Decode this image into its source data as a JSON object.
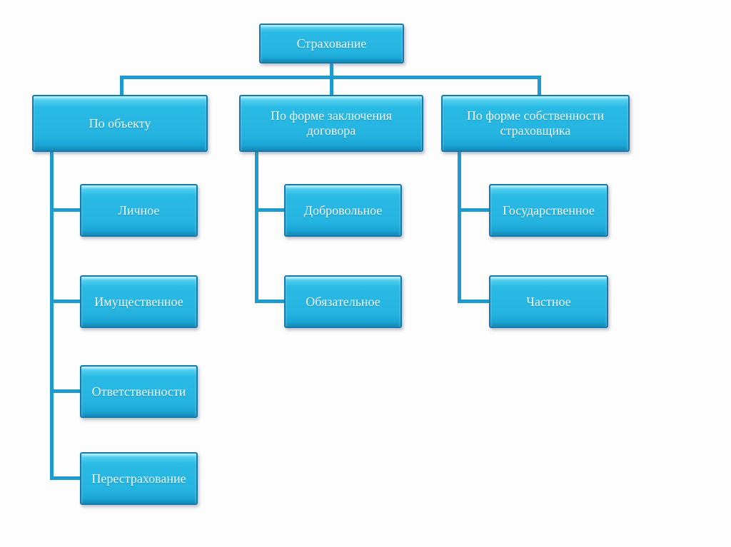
{
  "diagram": {
    "type": "org-chart",
    "language": "ru",
    "colors": {
      "background": "#fdfdfd",
      "box_fill": "#29bae4",
      "box_fill_highlight": "#8ee4f8",
      "box_fill_shade": "#1596c6",
      "box_border": "#1479ad",
      "connector": "#1d9bce",
      "text": "#f1fbff"
    },
    "root": {
      "label": "Страхование"
    },
    "branches": [
      {
        "label": "По объекту",
        "children": [
          "Личное",
          "Имущественное",
          "Ответственности",
          "Перестрахование"
        ]
      },
      {
        "label": "По форме заключения договора",
        "children": [
          "Добровольное",
          "Обязательное"
        ]
      },
      {
        "label": "По форме собственности страховщика",
        "children": [
          "Государственное",
          "Частное"
        ]
      }
    ]
  }
}
